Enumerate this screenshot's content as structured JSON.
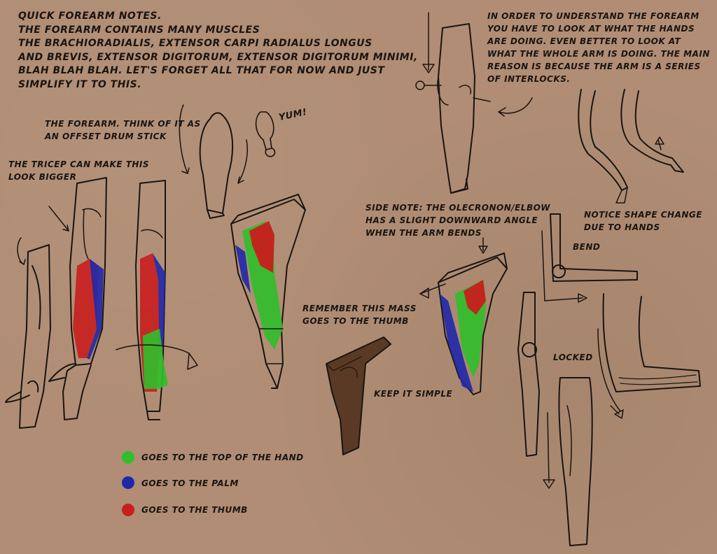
{
  "intro": {
    "lines": [
      "QUICK FOREARM NOTES.",
      "THE FOREARM CONTAINS MANY MUSCLES",
      "THE BRACHIORADIALIS, EXTENSOR CARPI RADIALUS LONGUS",
      "AND BREVIS, EXTENSOR DIGITORUM, EXTENSOR DIGITORUM MINIMI,",
      "BLAH BLAH BLAH.  LET'S FORGET ALL THAT FOR NOW AND JUST",
      "SIMPLIFY IT TO THIS."
    ]
  },
  "interlock_note": {
    "lines": [
      "IN ORDER TO UNDERSTAND THE FOREARM",
      "YOU HAVE TO LOOK AT WHAT THE HANDS",
      "ARE DOING.  EVEN BETTER TO LOOK AT",
      "WHAT THE WHOLE ARM IS DOING.  THE MAIN",
      "REASON IS BECAUSE THE ARM IS A SERIES",
      "OF INTERLOCKS."
    ]
  },
  "drumstick_note": {
    "lines": [
      "THE FOREARM.  THINK OF IT AS",
      "AN OFFSET DRUM STICK"
    ]
  },
  "yum_label": "YUM!",
  "tricep_note": {
    "lines": [
      "THE TRICEP CAN MAKE THIS",
      "LOOK BIGGER"
    ]
  },
  "elbow_note": {
    "lines": [
      "SIDE NOTE: THE OLECRONON/ELBOW",
      "HAS A SLIGHT DOWNWARD ANGLE",
      "WHEN THE ARM BENDS"
    ]
  },
  "shape_note": {
    "lines": [
      "NOTICE SHAPE CHANGE",
      "DUE TO HANDS"
    ]
  },
  "bend_label": "BEND",
  "locked_label": "LOCKED",
  "thumb_mass_note": {
    "lines": [
      "REMEMBER THIS MASS",
      "GOES TO THE THUMB"
    ]
  },
  "simple_note": "KEEP IT SIMPLE",
  "legend": [
    {
      "label": "GOES TO THE TOP OF THE HAND",
      "color": "#2fbf2a"
    },
    {
      "label": "GOES TO THE PALM",
      "color": "#1f28a8"
    },
    {
      "label": "GOES TO THE THUMB",
      "color": "#c81e1e"
    }
  ],
  "colors": {
    "paper": "#b08d74",
    "ink": "#1a1410",
    "green_mass": "#2fbf2a",
    "blue_mass": "#1f28a8",
    "red_mass": "#c81e1e",
    "brown_block": "#5a3a25"
  }
}
